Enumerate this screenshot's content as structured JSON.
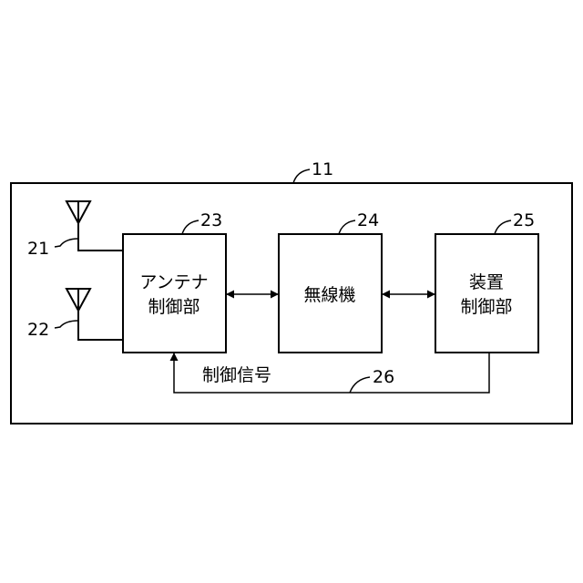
{
  "device": {
    "ref": "11"
  },
  "antennas": [
    {
      "ref": "21"
    },
    {
      "ref": "22"
    }
  ],
  "blocks": {
    "antenna_control": {
      "ref": "23",
      "line1": "アンテナ",
      "line2": "制御部"
    },
    "radio": {
      "ref": "24",
      "line1": "無線機"
    },
    "device_control": {
      "ref": "25",
      "line1": "装置",
      "line2": "制御部"
    }
  },
  "control_signal": {
    "ref": "26",
    "label": "制御信号"
  }
}
